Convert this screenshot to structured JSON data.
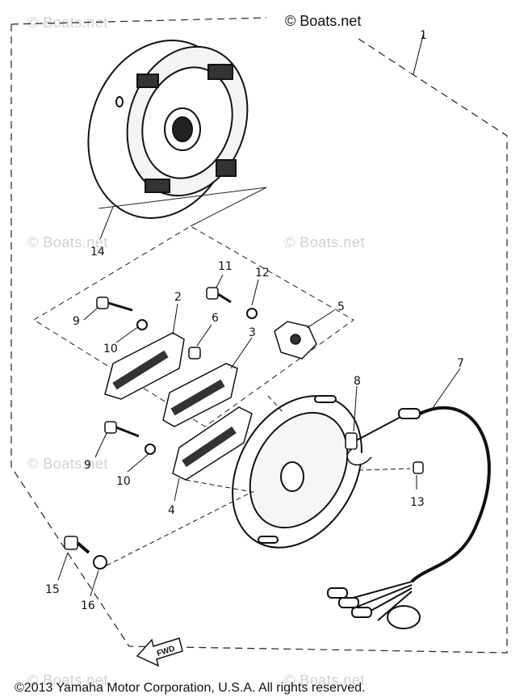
{
  "watermark": "© Boats.net",
  "brand_mark": "© Boats.net",
  "copyright": "©2013 Yamaha Motor Corporation, U.S.A. All rights reserved.",
  "fwd_marker": "FWD",
  "callouts": {
    "c1": "1",
    "c2": "2",
    "c3": "3",
    "c4": "4",
    "c5": "5",
    "c6": "6",
    "c7": "7",
    "c8": "8",
    "c9a": "9",
    "c9b": "9",
    "c10a": "10",
    "c10b": "10",
    "c11": "11",
    "c12": "12",
    "c13": "13",
    "c14": "14",
    "c15": "15",
    "c16": "16"
  }
}
